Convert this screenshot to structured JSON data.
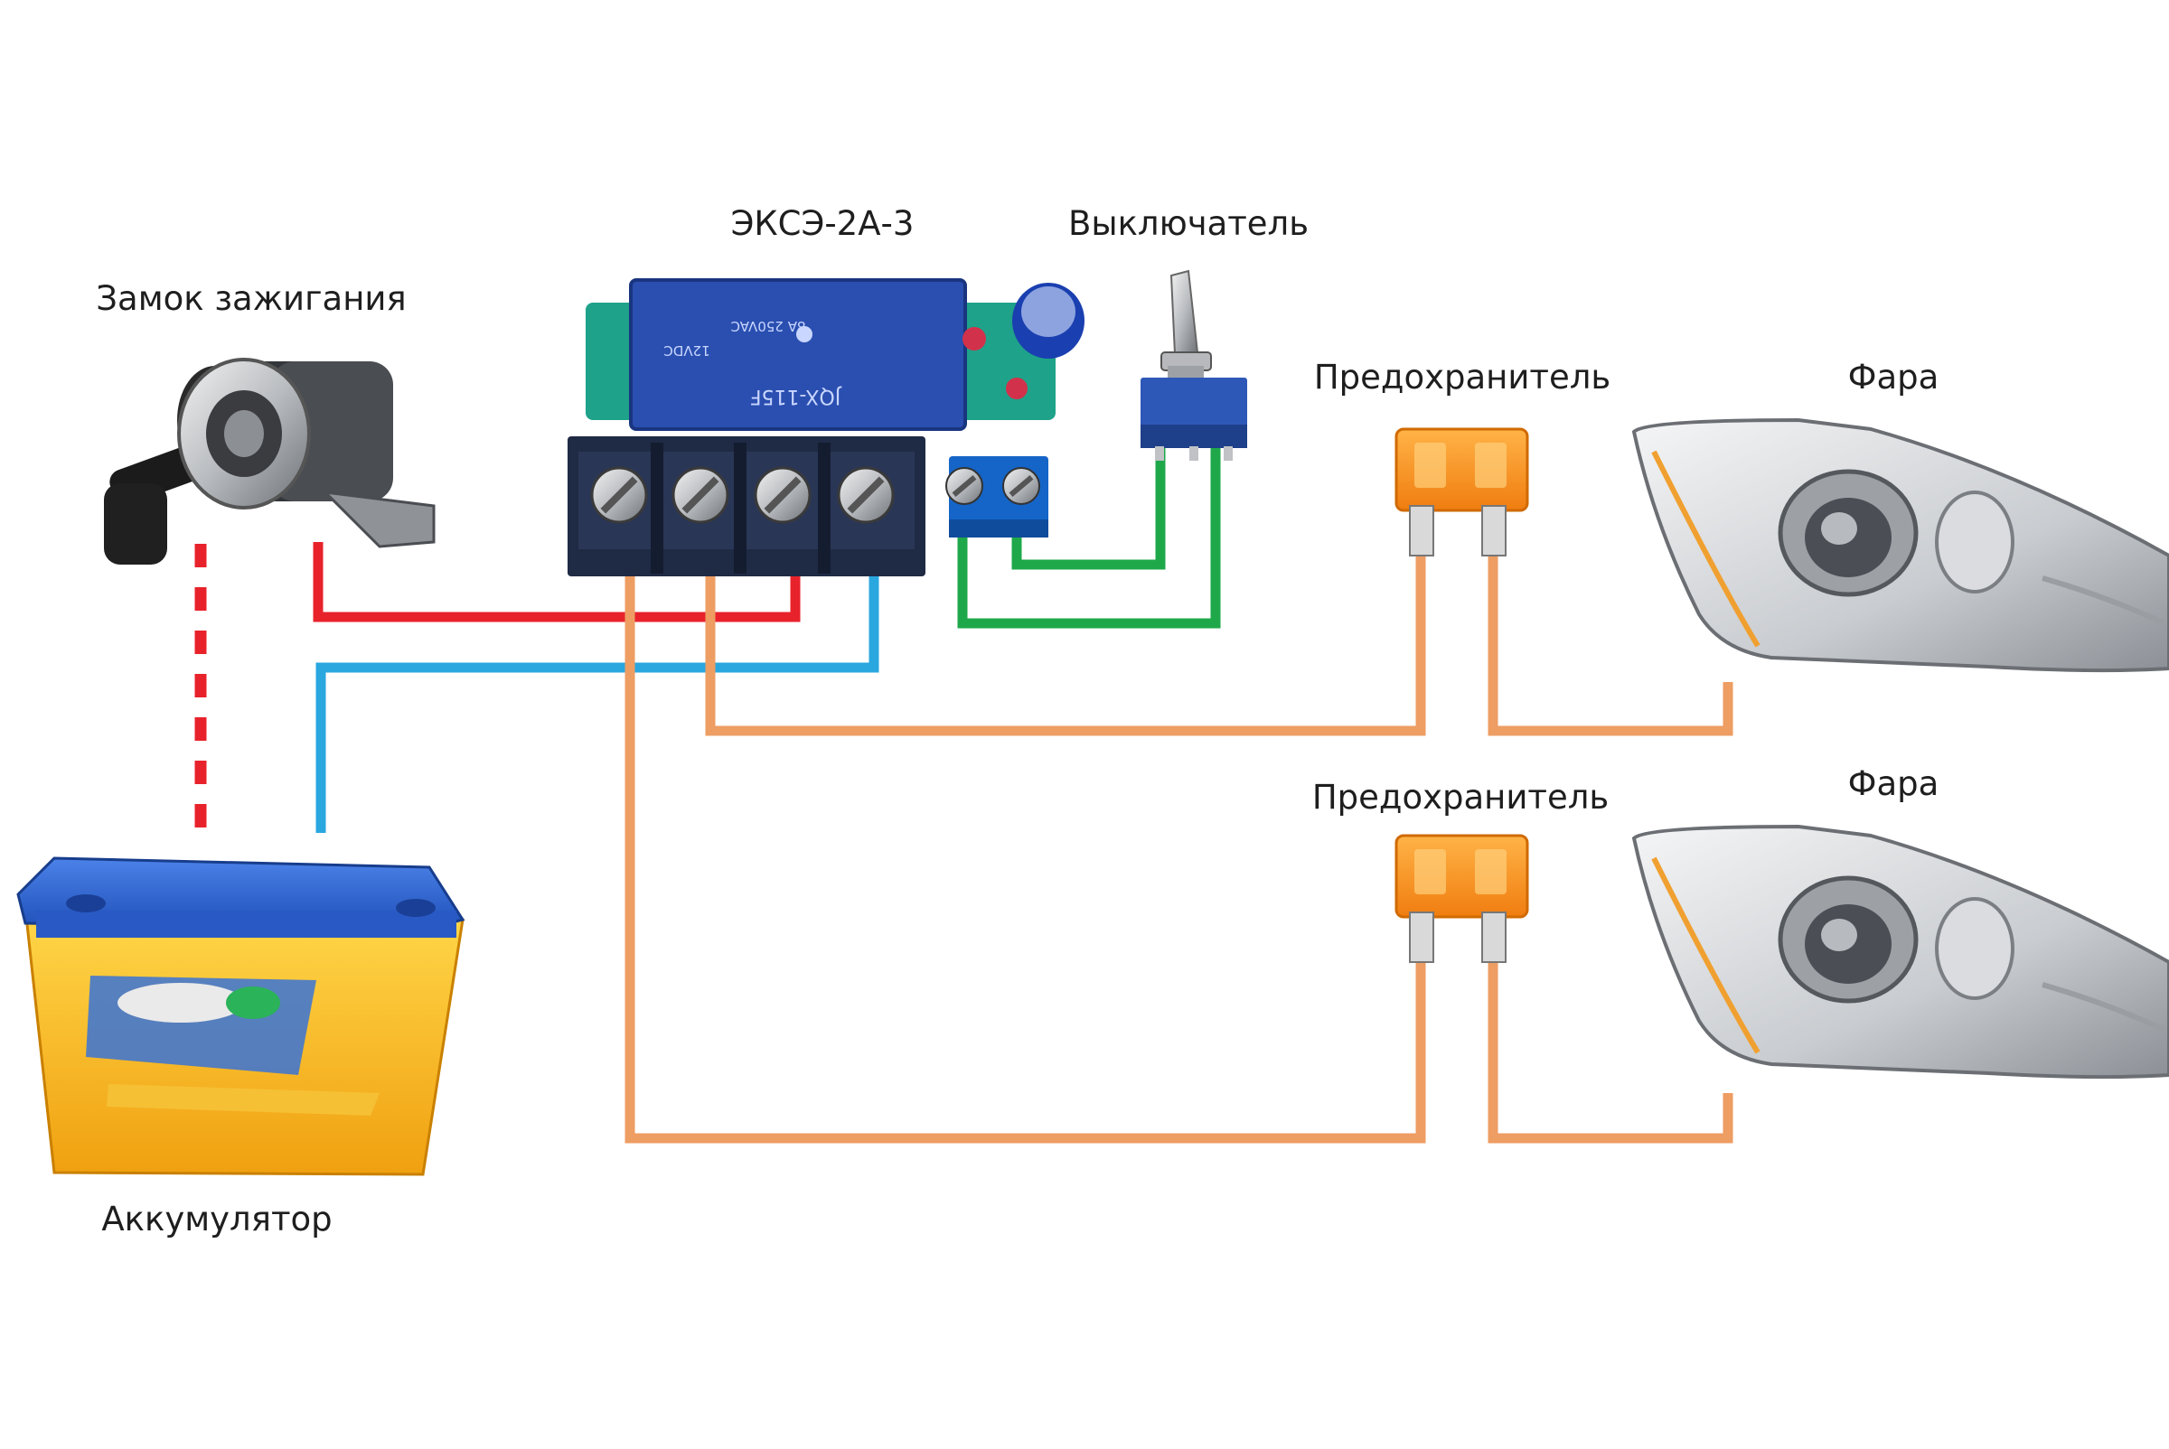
{
  "labels": {
    "ignition": "Замок зажигания",
    "relay": "ЭКСЭ-2А-3",
    "switch": "Выключатель",
    "fuse_top": "Предохранитель",
    "fuse_bottom": "Предохранитель",
    "headlight_top": "Фара",
    "headlight_bottom": "Фара",
    "battery": "Аккумулятор"
  },
  "relay_markings": {
    "model": "JQX-115F",
    "rating1": "8A 250VAC",
    "rating2": "12VDC"
  },
  "wire_colors": {
    "ignition_line": "#e8222b",
    "battery_line": "#2aa7df",
    "switch_line": "#1ea84a",
    "load_line": "#ee9d63"
  }
}
